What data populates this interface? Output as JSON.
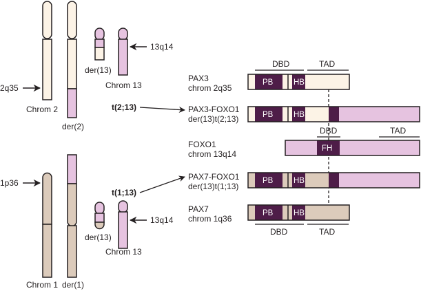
{
  "colors": {
    "pax3": "#fcf3e6",
    "pax7": "#dccbbb",
    "foxo1": "#e6c3e0",
    "domain": "#4e1d48",
    "outline": "#231f20"
  },
  "chromosomes": {
    "top": {
      "chrom2_label": "Chrom 2",
      "der2_label": "der(2)",
      "der13_label": "der(13)",
      "chrom13_label": "Chrom 13",
      "locus_2q35": "2q35",
      "locus_13q14": "13q14"
    },
    "bottom": {
      "chrom1_label": "Chrom 1",
      "der1_label": "der(1)",
      "der13_label": "der(13)",
      "chrom13_label": "Chrom 13",
      "locus_1p36": "1p36",
      "locus_13q14": "13q14"
    }
  },
  "translocations": {
    "t2_13": "t(2;13)",
    "t1_13": "t(1;13)"
  },
  "proteins": {
    "pax3": {
      "name": "PAX3",
      "locus": "chrom 2q35"
    },
    "pax3_foxo1": {
      "name": "PAX3-FOXO1",
      "locus": "der(13)t(2;13)"
    },
    "foxo1": {
      "name": "FOXO1",
      "locus": "chrom 13q14"
    },
    "pax7_foxo1": {
      "name": "PAX7-FOXO1",
      "locus": "der(13)t(1;13)"
    },
    "pax7": {
      "name": "PAX7",
      "locus": "chrom 1q36"
    }
  },
  "domains": {
    "pb": "PB",
    "hb": "HB",
    "fh": "FH",
    "dbd": "DBD",
    "tad": "TAD"
  }
}
